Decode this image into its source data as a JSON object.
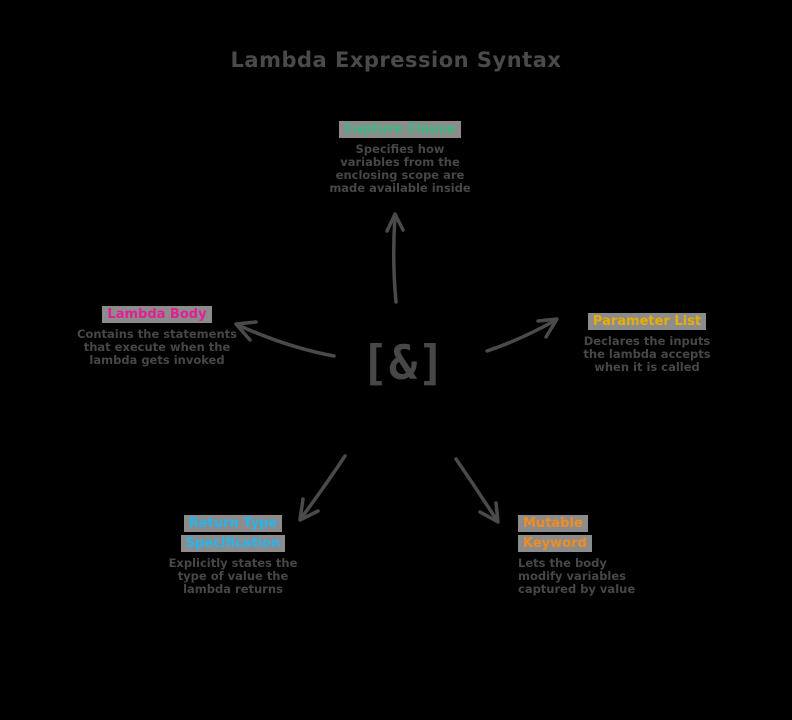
{
  "title": "Lambda Expression Syntax",
  "center": {
    "code": "[&]"
  },
  "colors": {
    "background": "#000000",
    "text_gray": "#474747",
    "badge_background": "#8c8c8c",
    "capture_clause": "#3cb981",
    "lambda_body": "#e61e96",
    "parameter_list": "#e6af00",
    "return_type": "#29b4eb",
    "mutable_keyword": "#f08c23"
  },
  "nodes": {
    "capture_clause": {
      "label": "Capture Clause",
      "body": "Specifies how\nvariables from the\nenclosing scope are\nmade available inside"
    },
    "lambda_body": {
      "label": "Lambda Body",
      "body": "Contains the statements\nthat execute when the\nlambda gets invoked"
    },
    "parameter_list": {
      "label": "Parameter List",
      "body": "Declares the inputs\nthe lambda accepts\nwhen it is called"
    },
    "return_type": {
      "label_line1": "Return Type",
      "label_line2": "Specification",
      "body": "Explicitly states the\ntype of value the\nlambda returns"
    },
    "mutable_keyword": {
      "label_line1": "Mutable",
      "label_line2": "Keyword",
      "body": "Lets the body\nmodify variables\ncaptured by value"
    }
  }
}
